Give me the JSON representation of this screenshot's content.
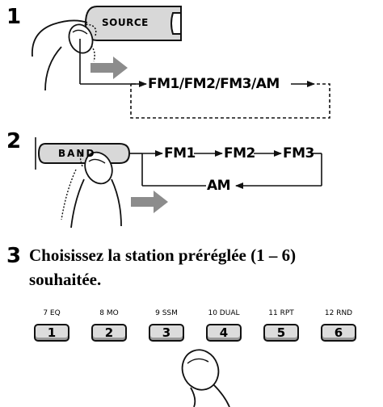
{
  "steps": [
    {
      "number": "1",
      "button_label": "SOURCE",
      "cycle": "FM1/FM2/FM3/AM"
    },
    {
      "number": "2",
      "button_label": "BAND",
      "cycle": [
        "FM1",
        "FM2",
        "FM3",
        "AM"
      ]
    },
    {
      "number": "3",
      "instruction_line1": "Choisissez la station préréglée (1 – 6)",
      "instruction_line2": "souhaitée."
    }
  ],
  "preset_buttons": [
    {
      "function": "7 EQ",
      "number": "1"
    },
    {
      "function": "8 MO",
      "number": "2"
    },
    {
      "function": "9 SSM",
      "number": "3"
    },
    {
      "function": "10 DUAL",
      "number": "4"
    },
    {
      "function": "11 RPT",
      "number": "5"
    },
    {
      "function": "12 RND",
      "number": "6"
    }
  ],
  "colors": {
    "ink": "#111111",
    "button_fill": "#d8d8d8",
    "arrow_fill": "#8c8c8c"
  }
}
